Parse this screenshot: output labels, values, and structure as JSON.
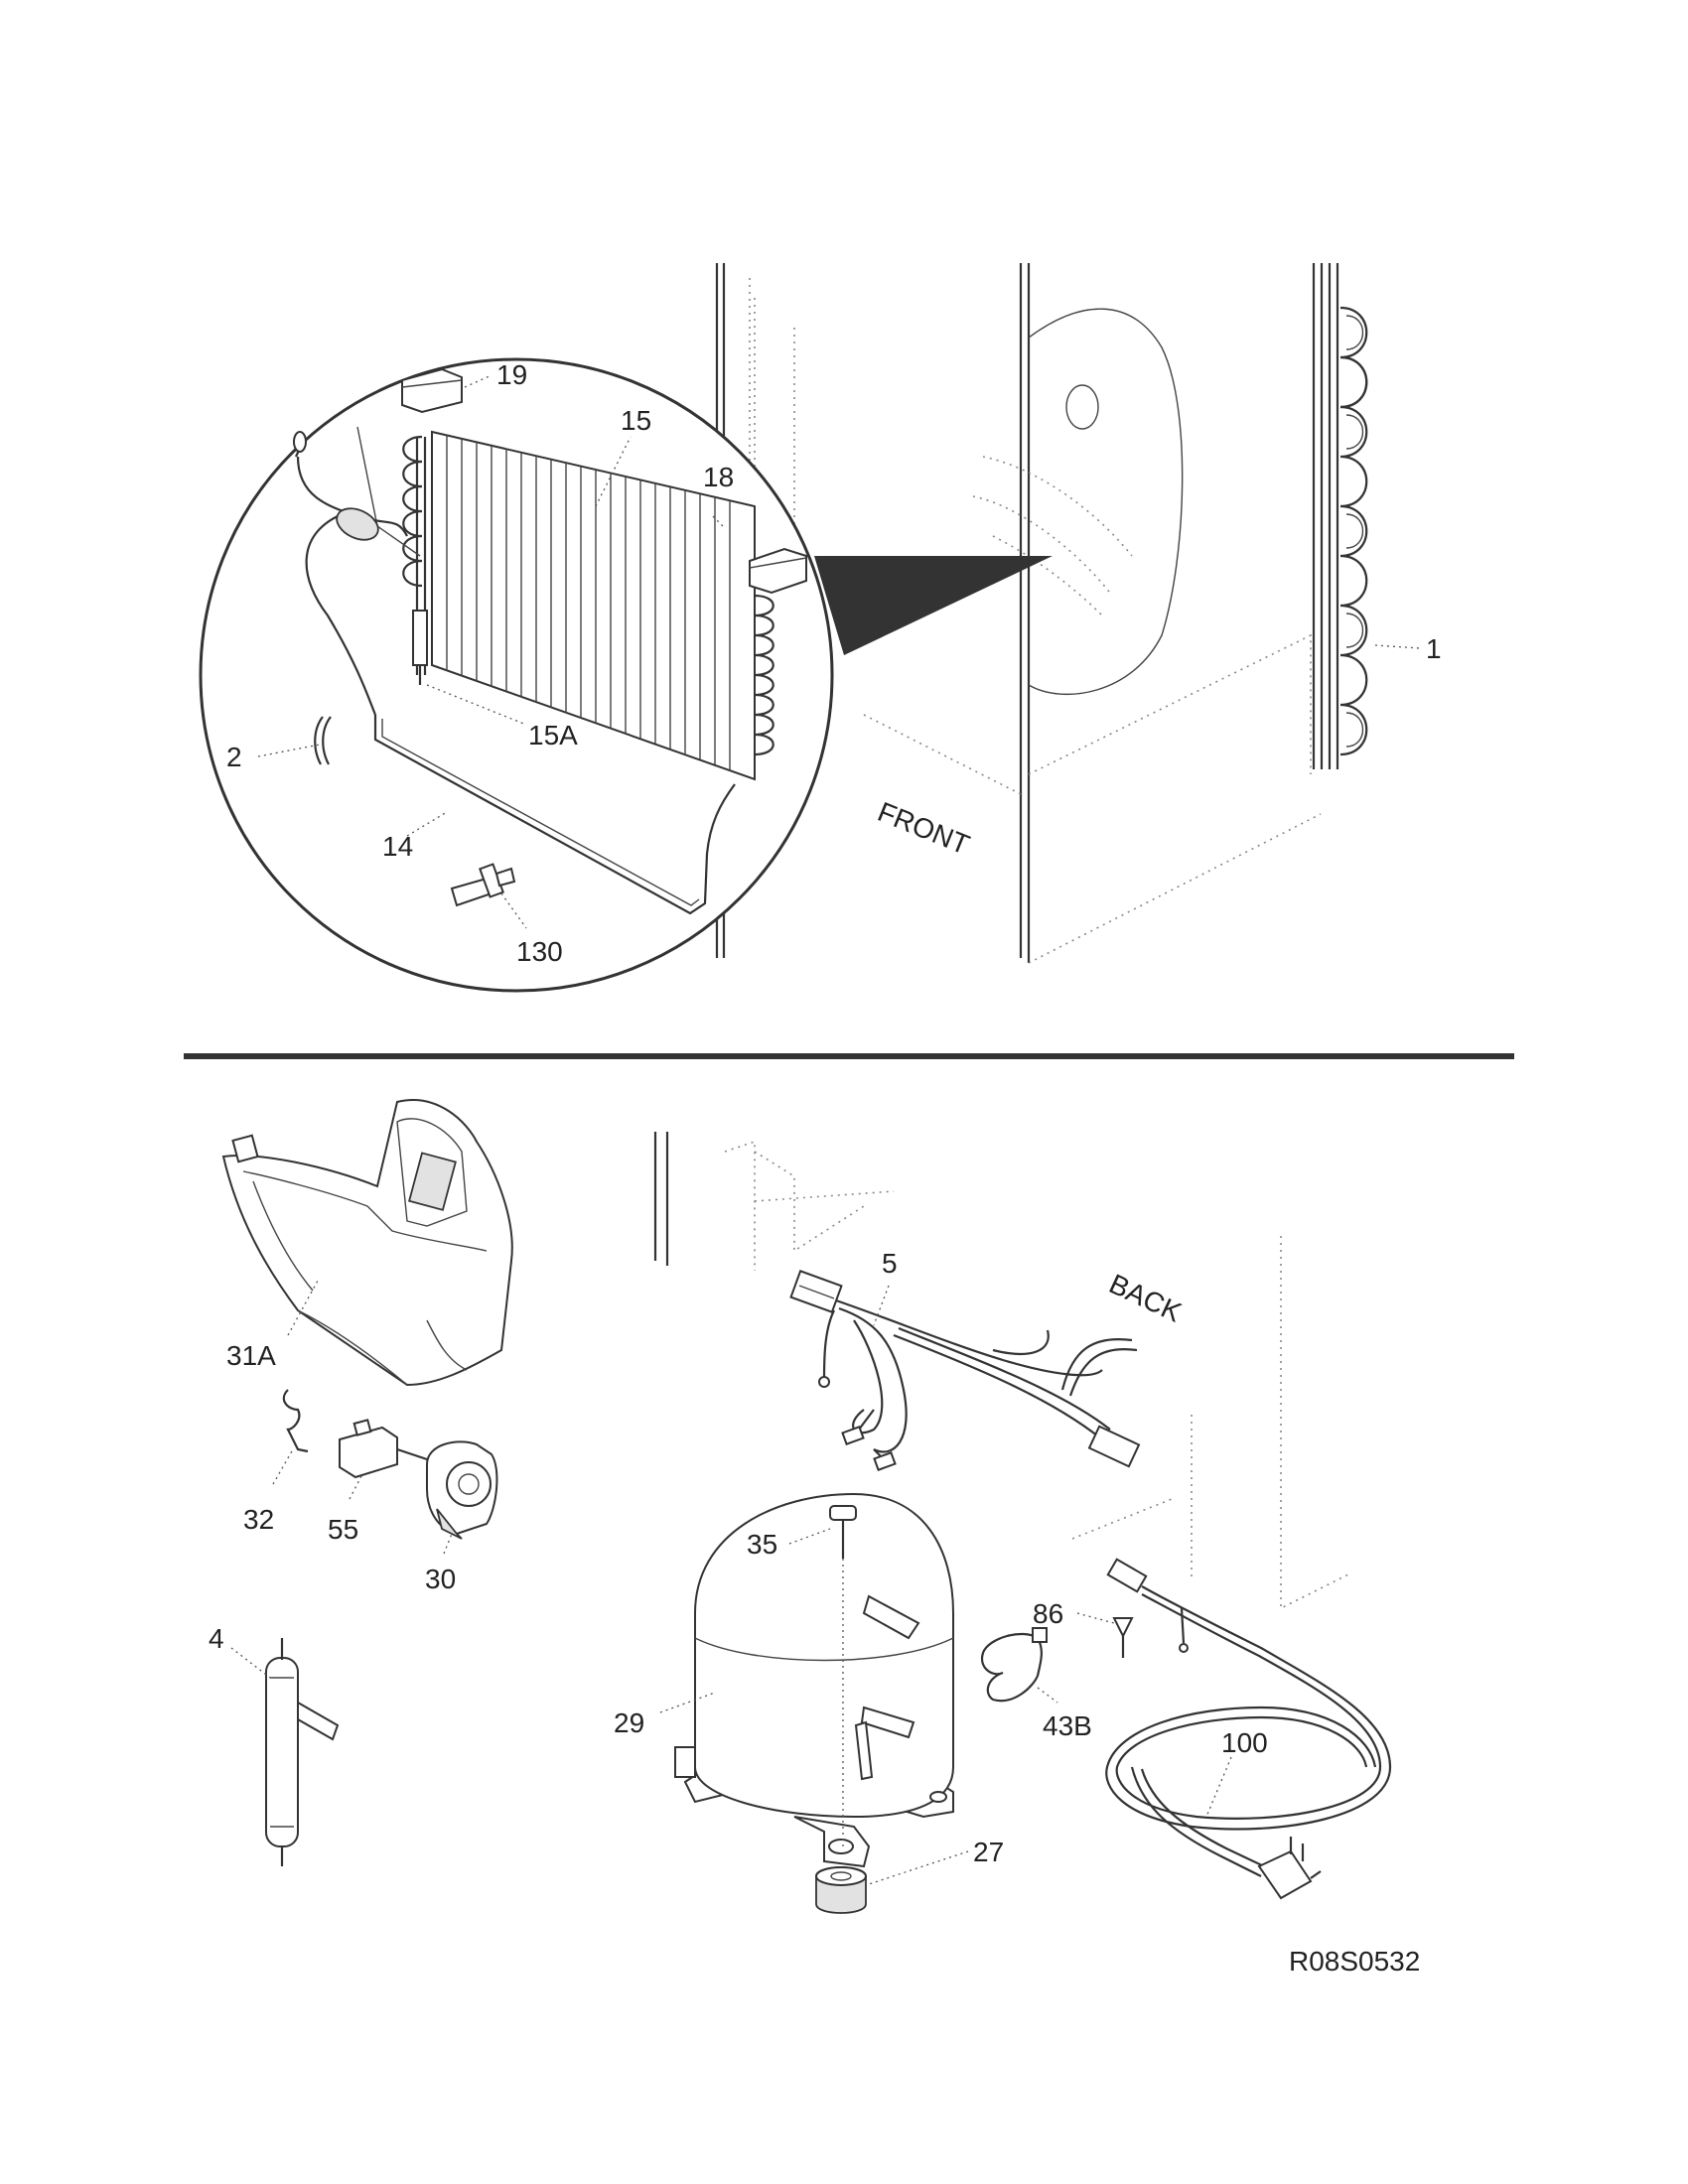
{
  "labels": {
    "p19": "19",
    "p15": "15",
    "p18": "18",
    "p1": "1",
    "p15a": "15A",
    "p2": "2",
    "p14": "14",
    "p130": "130",
    "front": "FRONT",
    "p5": "5",
    "back": "BACK",
    "p31a": "31A",
    "p32": "32",
    "p55": "55",
    "p30": "30",
    "p35": "35",
    "p86": "86",
    "p4": "4",
    "p29": "29",
    "p43b": "43B",
    "p100": "100",
    "p27": "27",
    "code": "R08S0532"
  },
  "colors": {
    "line": "#333333",
    "background": "#ffffff"
  }
}
